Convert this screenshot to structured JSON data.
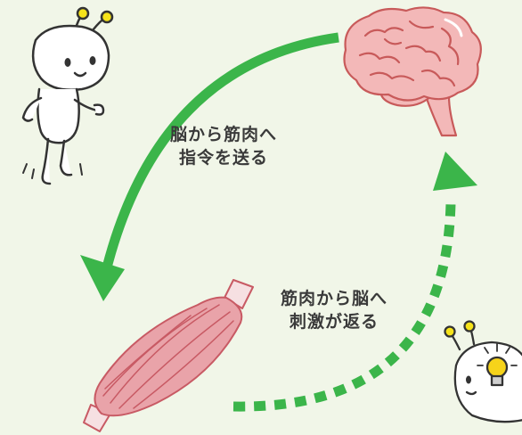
{
  "labels": {
    "brain_to_muscle": [
      "脳から筋肉へ",
      "指令を送る"
    ],
    "muscle_to_brain": [
      "筋肉から脳へ",
      "刺激が返る"
    ]
  },
  "icons": {
    "character_walking": "walking-character-icon",
    "brain": "brain-icon",
    "muscle": "muscle-icon",
    "character_idea": "lightbulb-character-icon"
  },
  "colors": {
    "background": "#f1f6e8",
    "arrow": "#3bb54a",
    "brain": "#f3b8b8",
    "muscle": "#e9a3a9",
    "bulb": "#f6d31a",
    "text": "#3a3a3a"
  }
}
